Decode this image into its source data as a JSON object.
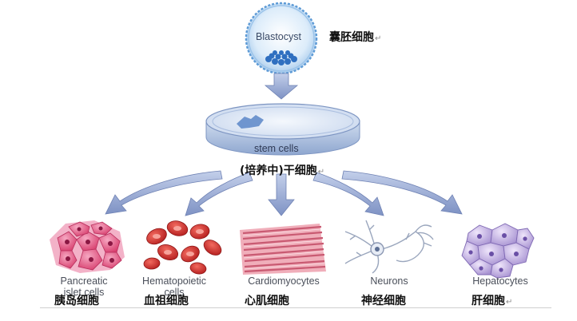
{
  "blastocyst": {
    "label_en": "Blastocyst",
    "label_cn": "囊胚细胞"
  },
  "dish": {
    "label_en": "stem cells",
    "label_cn": "(培养中)干细胞"
  },
  "cell_types": [
    {
      "label_en_line1": "Pancreatic",
      "label_en_line2": "islet cells",
      "label_cn": "胰岛细胞"
    },
    {
      "label_en_line1": "Hematopoietic",
      "label_en_line2": "cells",
      "label_cn": "血祖细胞"
    },
    {
      "label_en_line1": "Cardiomyocytes",
      "label_en_line2": "",
      "label_cn": "心肌细胞"
    },
    {
      "label_en_line1": "Neurons",
      "label_en_line2": "",
      "label_cn": "神经细胞"
    },
    {
      "label_en_line1": "Hepatocytes",
      "label_en_line2": "",
      "label_cn": "肝细胞"
    }
  ],
  "return_mark": "↵",
  "colors": {
    "arrow_fill": "#9fb1d9",
    "arrow_dark": "#6f82b4",
    "blastocyst_fill": "#cfe6f8",
    "blastocyst_inner": "#2f6fc0",
    "dish_rim": "#b7c9e6",
    "pancreatic": "#e35a8a",
    "blood": "#d9312f",
    "cardio": "#e88a9a",
    "neuron": "#c9d2e2",
    "hepato": "#b9a5d9"
  }
}
